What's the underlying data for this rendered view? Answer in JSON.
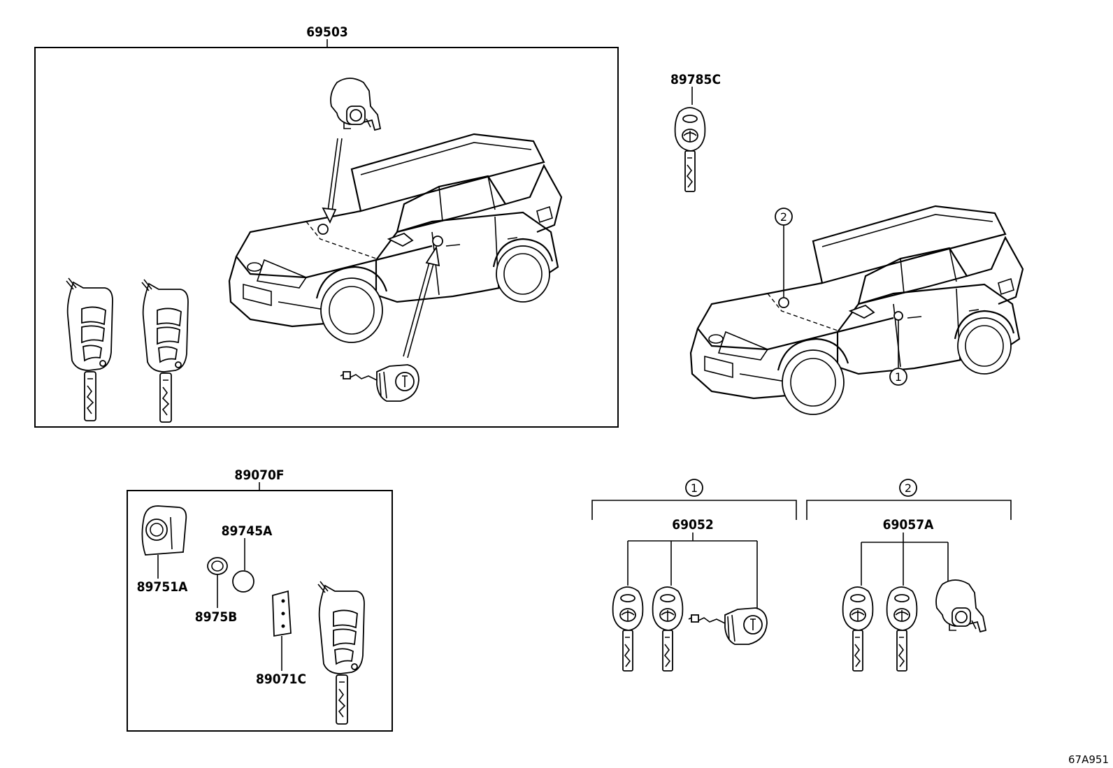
{
  "labels": {
    "p69503": "69503",
    "p89785C": "89785C",
    "p89070F": "89070F",
    "p89745A": "89745A",
    "p89751A": "89751A",
    "p8975B": "8975B",
    "p89071C": "89071C",
    "p69052": "69052",
    "p69057A": "69057A",
    "diagram_code": "67A951"
  },
  "callouts": {
    "c1": "1",
    "c2": "2"
  }
}
